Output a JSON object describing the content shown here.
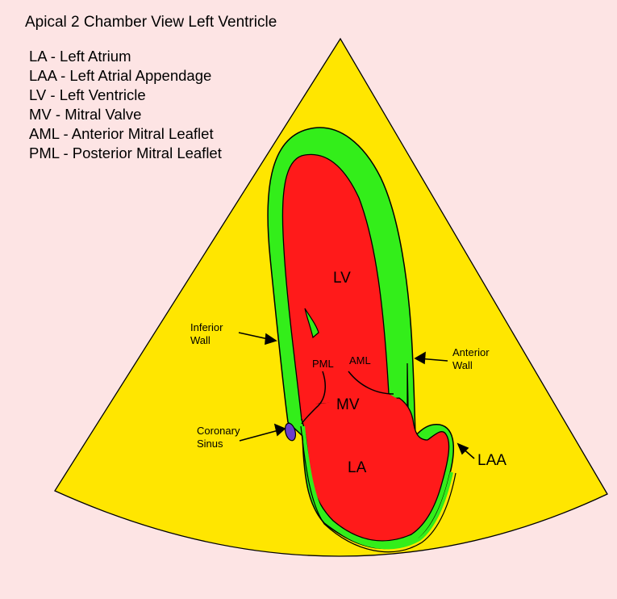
{
  "title": "Apical 2 Chamber View Left Ventricle",
  "legend": [
    "LA - Left Atrium",
    "LAA - Left Atrial Appendage",
    "LV - Left Ventricle",
    "MV - Mitral Valve",
    "AML - Anterior Mitral Leaflet",
    "PML - Posterior Mitral Leaflet"
  ],
  "labels": {
    "lv": "LV",
    "la": "LA",
    "mv": "MV",
    "pml": "PML",
    "aml": "AML",
    "laa": "LAA",
    "inferior_wall": [
      "Inferior",
      "Wall"
    ],
    "anterior_wall": [
      "Anterior",
      "Wall"
    ],
    "coronary_sinus": [
      "Coronary",
      "Sinus"
    ]
  },
  "colors": {
    "background": "#fde4e4",
    "sector": "#ffe600",
    "myocardium": "#33ee1a",
    "blood": "#ff1a1a",
    "coronary_sinus": "#6a3dcc",
    "outline": "#000000"
  }
}
